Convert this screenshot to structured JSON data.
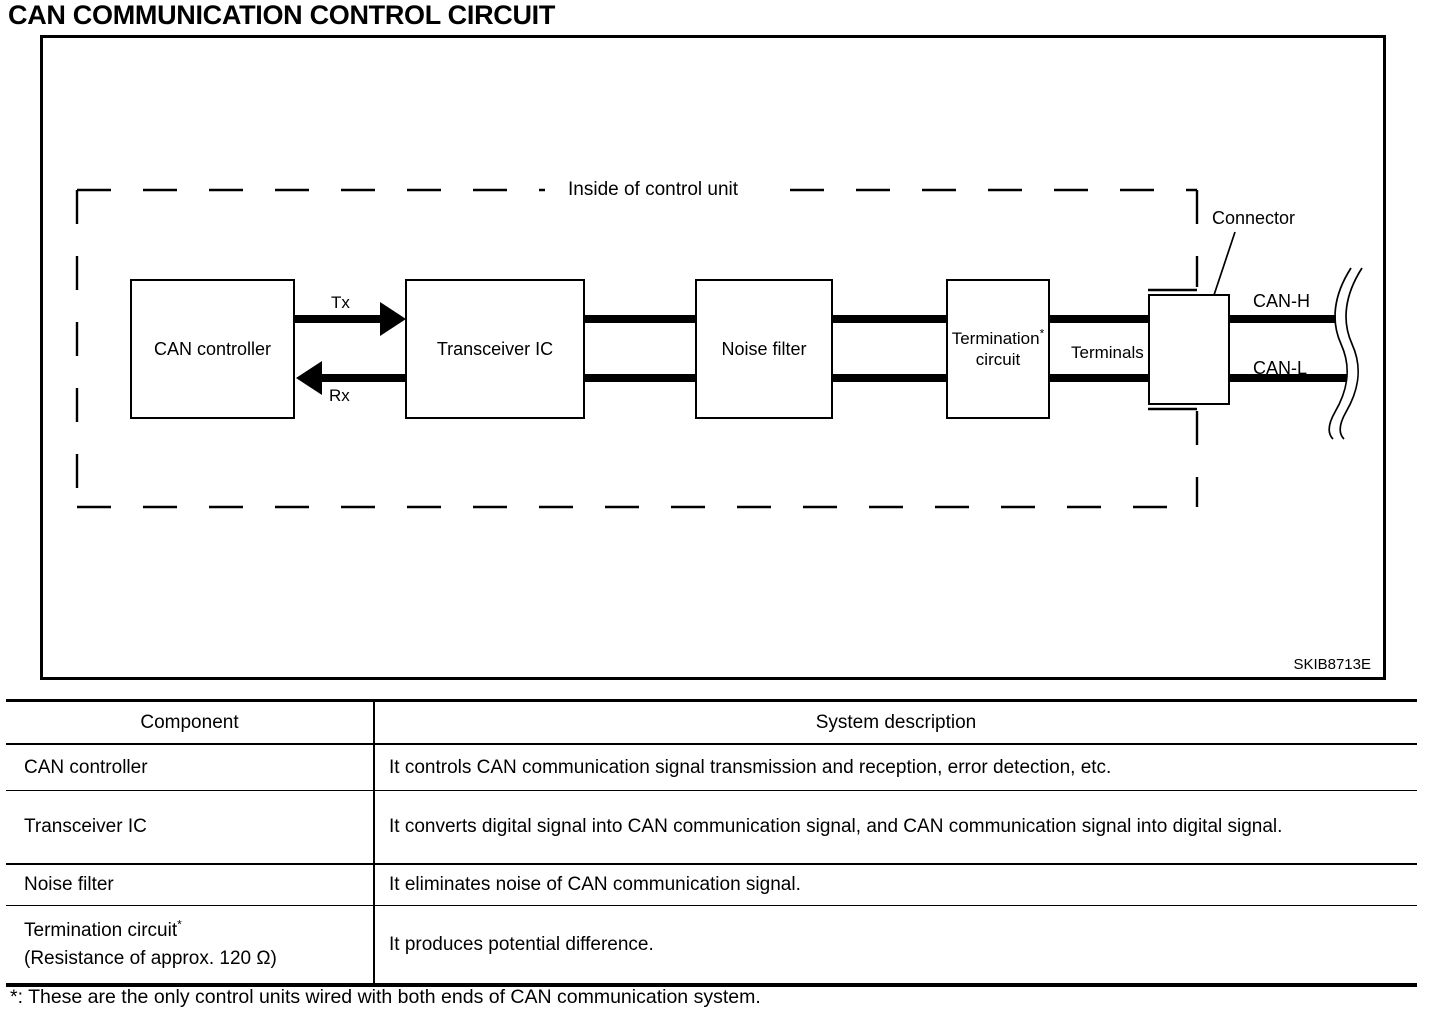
{
  "title": "CAN COMMUNICATION CONTROL CIRCUIT",
  "colors": {
    "ink": "#000000",
    "background": "#ffffff"
  },
  "diagram": {
    "inside_label": "Inside of control unit",
    "connector_label": "Connector",
    "terminals_label": "Terminals",
    "tx_label": "Tx",
    "rx_label": "Rx",
    "can_h_label": "CAN-H",
    "can_l_label": "CAN-L",
    "figure_id": "SKIB8713E",
    "blocks": [
      {
        "label": "CAN controller"
      },
      {
        "label": "Transceiver IC"
      },
      {
        "label": "Noise filter"
      },
      {
        "label": "Termination",
        "sup": "*",
        "label2": "circuit"
      }
    ]
  },
  "table": {
    "headers": [
      "Component",
      "System description"
    ],
    "rows": [
      {
        "component": "CAN controller",
        "description": "It controls CAN communication signal transmission and reception, error detection, etc."
      },
      {
        "component": "Transceiver IC",
        "description": "It converts digital signal into CAN communication signal, and CAN communication signal into digital signal."
      },
      {
        "component": "Noise filter",
        "description": "It eliminates noise of CAN communication signal."
      },
      {
        "component": "Termination circuit",
        "component_sup": "*",
        "component_note": "(Resistance of approx. 120 Ω)",
        "description": "It produces potential difference."
      }
    ]
  },
  "footnote": "*: These are the only control units wired with both ends of CAN communication system."
}
